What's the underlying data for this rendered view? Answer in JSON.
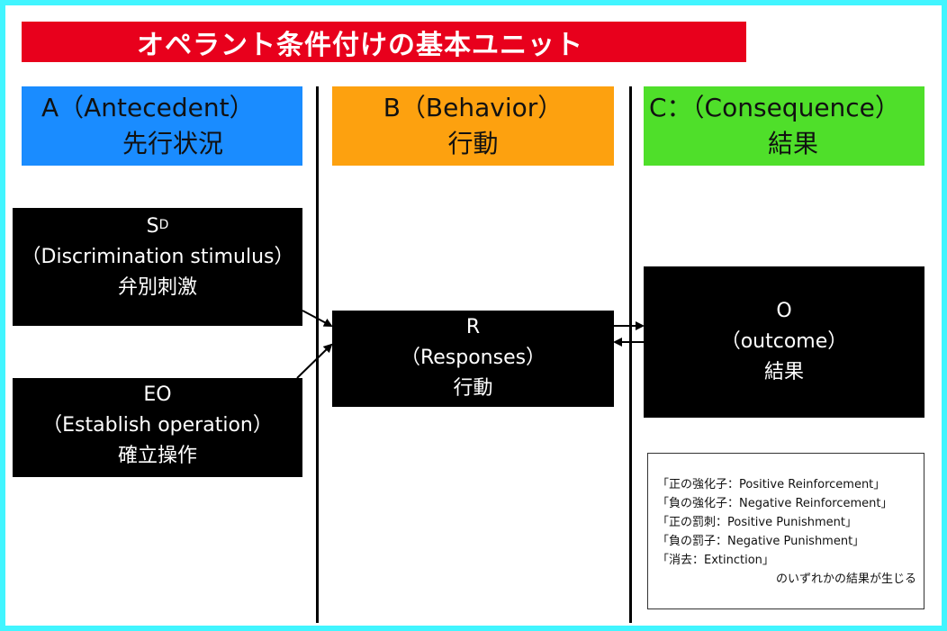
{
  "title": "オペラント条件付けの基本ユニット",
  "columns": {
    "a": {
      "line1": "A（Antecedent）",
      "line2": "先行状況",
      "color": "#1a8cff"
    },
    "b": {
      "line1": "B（Behavior）",
      "line2": "行動",
      "color": "#fda10f"
    },
    "c": {
      "line1": "C：（Consequence）",
      "line2": "結果",
      "color": "#4fdf2a"
    }
  },
  "boxes": {
    "sd": {
      "symbol": "S",
      "superscript": "D",
      "english": "（Discrimination stimulus）",
      "japanese": "弁別刺激"
    },
    "eo": {
      "symbol": "EO",
      "english": "（Establish operation）",
      "japanese": "確立操作"
    },
    "r": {
      "symbol": "R",
      "english": "（Responses）",
      "japanese": "行動"
    },
    "o": {
      "symbol": "O",
      "english": "（outcome）",
      "japanese": "結果"
    }
  },
  "legend": {
    "items": [
      "「正の強化子：Positive Reinforcement」",
      "「負の強化子：Negative Reinforcement」",
      "「正の罰刺：Positive Punishment」",
      "「負の罰子：Negative Punishment」",
      "「消去：Extinction」"
    ],
    "note": "のいずれかの結果が生じる"
  }
}
